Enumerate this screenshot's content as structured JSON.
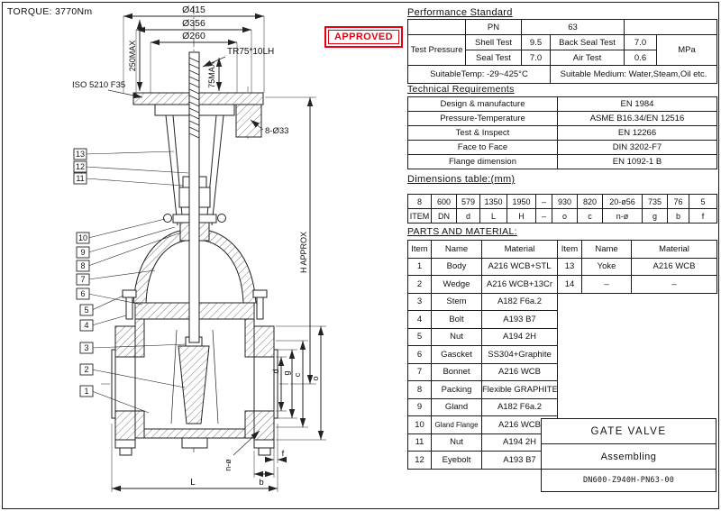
{
  "drawing": {
    "torque": "TORQUE: 3770Nm",
    "stamp": "APPROVED",
    "stamp_color": "#e60012",
    "labels": {
      "dia_415": "Ø415",
      "dia_356": "Ø356",
      "dia_260": "Ø260",
      "thread": "TR75*10LH",
      "max_250": "250MAX",
      "max_75": "75MAX",
      "iso": "ISO 5210 F35",
      "bolt_holes_top": "8-Ø33",
      "h_approx": "H APPROX",
      "dim_d": "d",
      "dim_g": "g",
      "dim_c": "c",
      "dim_o": "o",
      "dim_L": "L",
      "dim_b": "b",
      "dim_f": "f",
      "dim_n": "n-ø"
    },
    "callouts": [
      "13",
      "12",
      "11",
      "10",
      "9",
      "8",
      "7",
      "6",
      "5",
      "4",
      "3",
      "2",
      "1"
    ]
  },
  "performance": {
    "title": "Performance Standard",
    "pn_label": "PN",
    "pn_value": "63",
    "test_pressure_label": "Test Pressure",
    "unit": "MPa",
    "row1": {
      "t1": "Shell Test",
      "v1": "9.5",
      "t2": "Back Seal Test",
      "v2": "7.0"
    },
    "row2": {
      "t1": "Seal Test",
      "v1": "7.0",
      "t2": "Air Test",
      "v2": "0.6"
    },
    "temp": "SuitableTemp: -29~425°C",
    "medium": "Suitable Medium: Water,Steam,Oil etc."
  },
  "technical": {
    "title": "Technical Requirements",
    "rows": [
      {
        "label": "Design & manufacture",
        "value": "EN 1984"
      },
      {
        "label": "Pressure-Temperature",
        "value": "ASME B16.34/EN 12516"
      },
      {
        "label": "Test & Inspect",
        "value": "EN 12266"
      },
      {
        "label": "Face to Face",
        "value": "DIN 3202-F7"
      },
      {
        "label": "Flange dimension",
        "value": "EN 1092-1 B"
      }
    ]
  },
  "dimensions": {
    "title": "Dimensions table:(mm)",
    "values": [
      "8",
      "600",
      "579",
      "1350",
      "1950",
      "–",
      "930",
      "820",
      "20-ø56",
      "735",
      "76",
      "5"
    ],
    "labels": [
      "ITEM",
      "DN",
      "d",
      "L",
      "H",
      "–",
      "o",
      "c",
      "n-ø",
      "g",
      "b",
      "f"
    ]
  },
  "parts": {
    "title": "PARTS AND MATERIAL:",
    "headers": [
      "Item",
      "Name",
      "Material",
      "Item",
      "Name",
      "Material"
    ],
    "left_rows": [
      {
        "item": "1",
        "name": "Body",
        "material": "A216 WCB+STL"
      },
      {
        "item": "2",
        "name": "Wedge",
        "material": "A216 WCB+13Cr"
      },
      {
        "item": "3",
        "name": "Stem",
        "material": "A182 F6a.2"
      },
      {
        "item": "4",
        "name": "Bolt",
        "material": "A193 B7"
      },
      {
        "item": "5",
        "name": "Nut",
        "material": "A194 2H"
      },
      {
        "item": "6",
        "name": "Gascket",
        "material": "SS304+Graphite"
      },
      {
        "item": "7",
        "name": "Bonnet",
        "material": "A216 WCB"
      },
      {
        "item": "8",
        "name": "Packing",
        "material": "Flexible GRAPHITE"
      },
      {
        "item": "9",
        "name": "Gland",
        "material": "A182 F6a.2"
      },
      {
        "item": "10",
        "name": "Gland Flange",
        "material": "A216 WCB"
      },
      {
        "item": "11",
        "name": "Nut",
        "material": "A194 2H"
      },
      {
        "item": "12",
        "name": "Eyebolt",
        "material": "A193 B7"
      }
    ],
    "right_rows": [
      {
        "item": "13",
        "name": "Yoke",
        "material": "A216 WCB"
      },
      {
        "item": "14",
        "name": "–",
        "material": "–"
      }
    ]
  },
  "title_block": {
    "product": "GATE VALVE",
    "stage": "Assembling",
    "drawing_no": "DN600-Z940H-PN63-00"
  }
}
